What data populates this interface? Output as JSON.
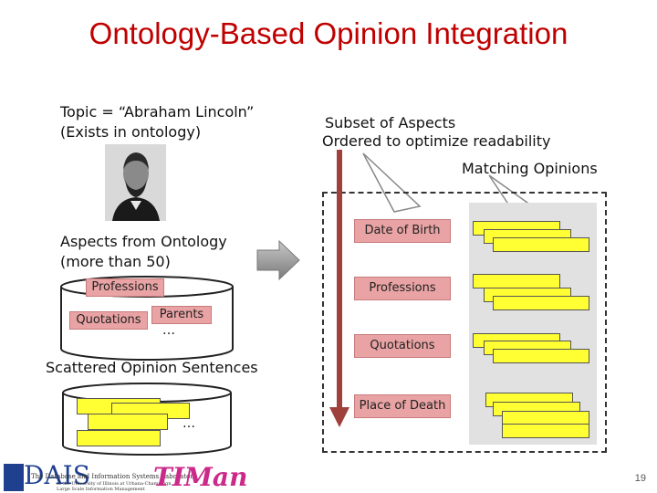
{
  "title": "Ontology-Based Opinion Integration",
  "topic": {
    "line1": "Topic = “Abraham Lincoln”",
    "line2": "(Exists in ontology)"
  },
  "subset": {
    "line1": "Subset of Aspects",
    "line2": "Ordered to optimize readability"
  },
  "matching_opinions": "Matching Opinions",
  "aspects_from_ontology": {
    "line1": "Aspects from Ontology",
    "line2": "(more than 50)"
  },
  "cylinder_aspects": {
    "professions": "Professions",
    "quotations": "Quotations",
    "parents": "Parents",
    "ellipsis": "…"
  },
  "scattered": {
    "label": "Scattered Opinion Sentences",
    "ellipsis": "…"
  },
  "ordered_aspects": [
    "Date of Birth",
    "Professions",
    "Quotations",
    "Place of Death"
  ],
  "logos": {
    "daislab": "The Database and Information Systems Laboratory",
    "daislab_sub1": "at the University of Illinois at Urbana-Champaign",
    "daislab_sub2": "Large Scale Information Management",
    "timan": "TIMan"
  },
  "page_number": "19",
  "colors": {
    "title": "#c00000",
    "aspect_box": "#e9a3a4",
    "opinion_box": "#ffff33",
    "arrow": "#a0403a"
  }
}
